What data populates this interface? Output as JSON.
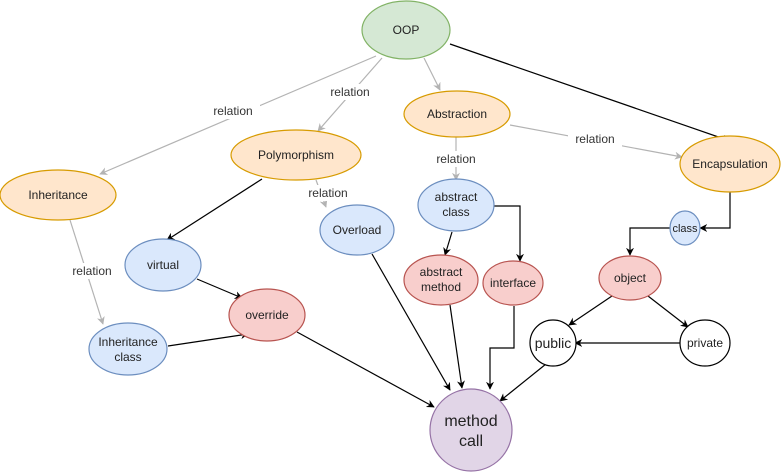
{
  "colors": {
    "green_fill": "#d5e8d4",
    "green_stroke": "#82b366",
    "orange_fill": "#ffe6cc",
    "orange_stroke": "#d79b00",
    "blue_fill": "#dae8fc",
    "blue_stroke": "#6c8ebf",
    "red_fill": "#f8cecc",
    "red_stroke": "#b85450",
    "purple_fill": "#e1d5e7",
    "purple_stroke": "#9673a6",
    "white_fill": "#ffffff",
    "white_stroke": "#000000",
    "gray_edge": "#b3b3b3",
    "black_edge": "#000000"
  },
  "nodes": {
    "oop": "OOP",
    "abstraction": "Abstraction",
    "polymorphism": "Polymorphism",
    "inheritance": "Inheritance",
    "encapsulation": "Encapsulation",
    "abstract_class": [
      "abstract",
      "class"
    ],
    "overload": "Overload",
    "virtual": "virtual",
    "override": "override",
    "inheritance_class": [
      "Inheritance",
      "class"
    ],
    "abstract_method": [
      "abstract",
      "method"
    ],
    "interface": "interface",
    "class": "class",
    "object": "object",
    "public": "public",
    "private": "private",
    "method_call": [
      "method",
      "call"
    ]
  },
  "edge_labels": {
    "oop_inheritance": "relation",
    "oop_polymorphism": "relation",
    "polymorphism_overload": "relation",
    "abstraction_abstract_class": "relation",
    "abstraction_encapsulation": "relation",
    "inheritance_inheritance_class": "relation"
  }
}
